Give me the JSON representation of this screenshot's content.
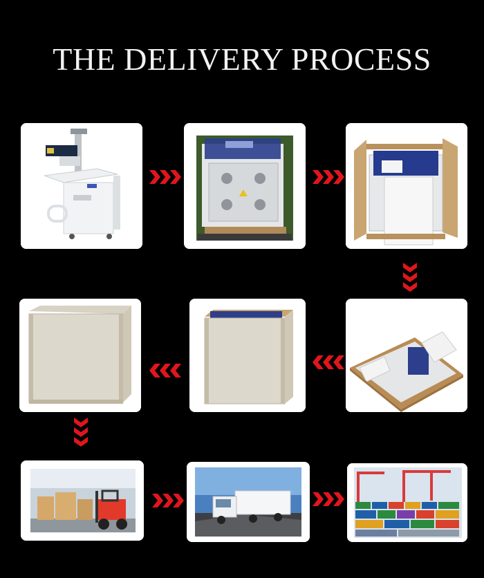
{
  "title": "THE DELIVERY PROCESS",
  "steps": [
    {
      "icon": "laser-marking-machine-photo"
    },
    {
      "icon": "wrapped-machine-photo"
    },
    {
      "icon": "open-crate-photo"
    },
    {
      "icon": "packed-crate-photo"
    },
    {
      "icon": "crate-top-view-photo"
    },
    {
      "icon": "closed-crate-photo"
    },
    {
      "icon": "forklift-warehouse-photo"
    },
    {
      "icon": "truck-transport-photo"
    },
    {
      "icon": "container-port-photo"
    }
  ],
  "colors": {
    "background": "#000000",
    "arrow": "#e0161d",
    "card": "#ffffff",
    "title": "#f2f2f2"
  }
}
